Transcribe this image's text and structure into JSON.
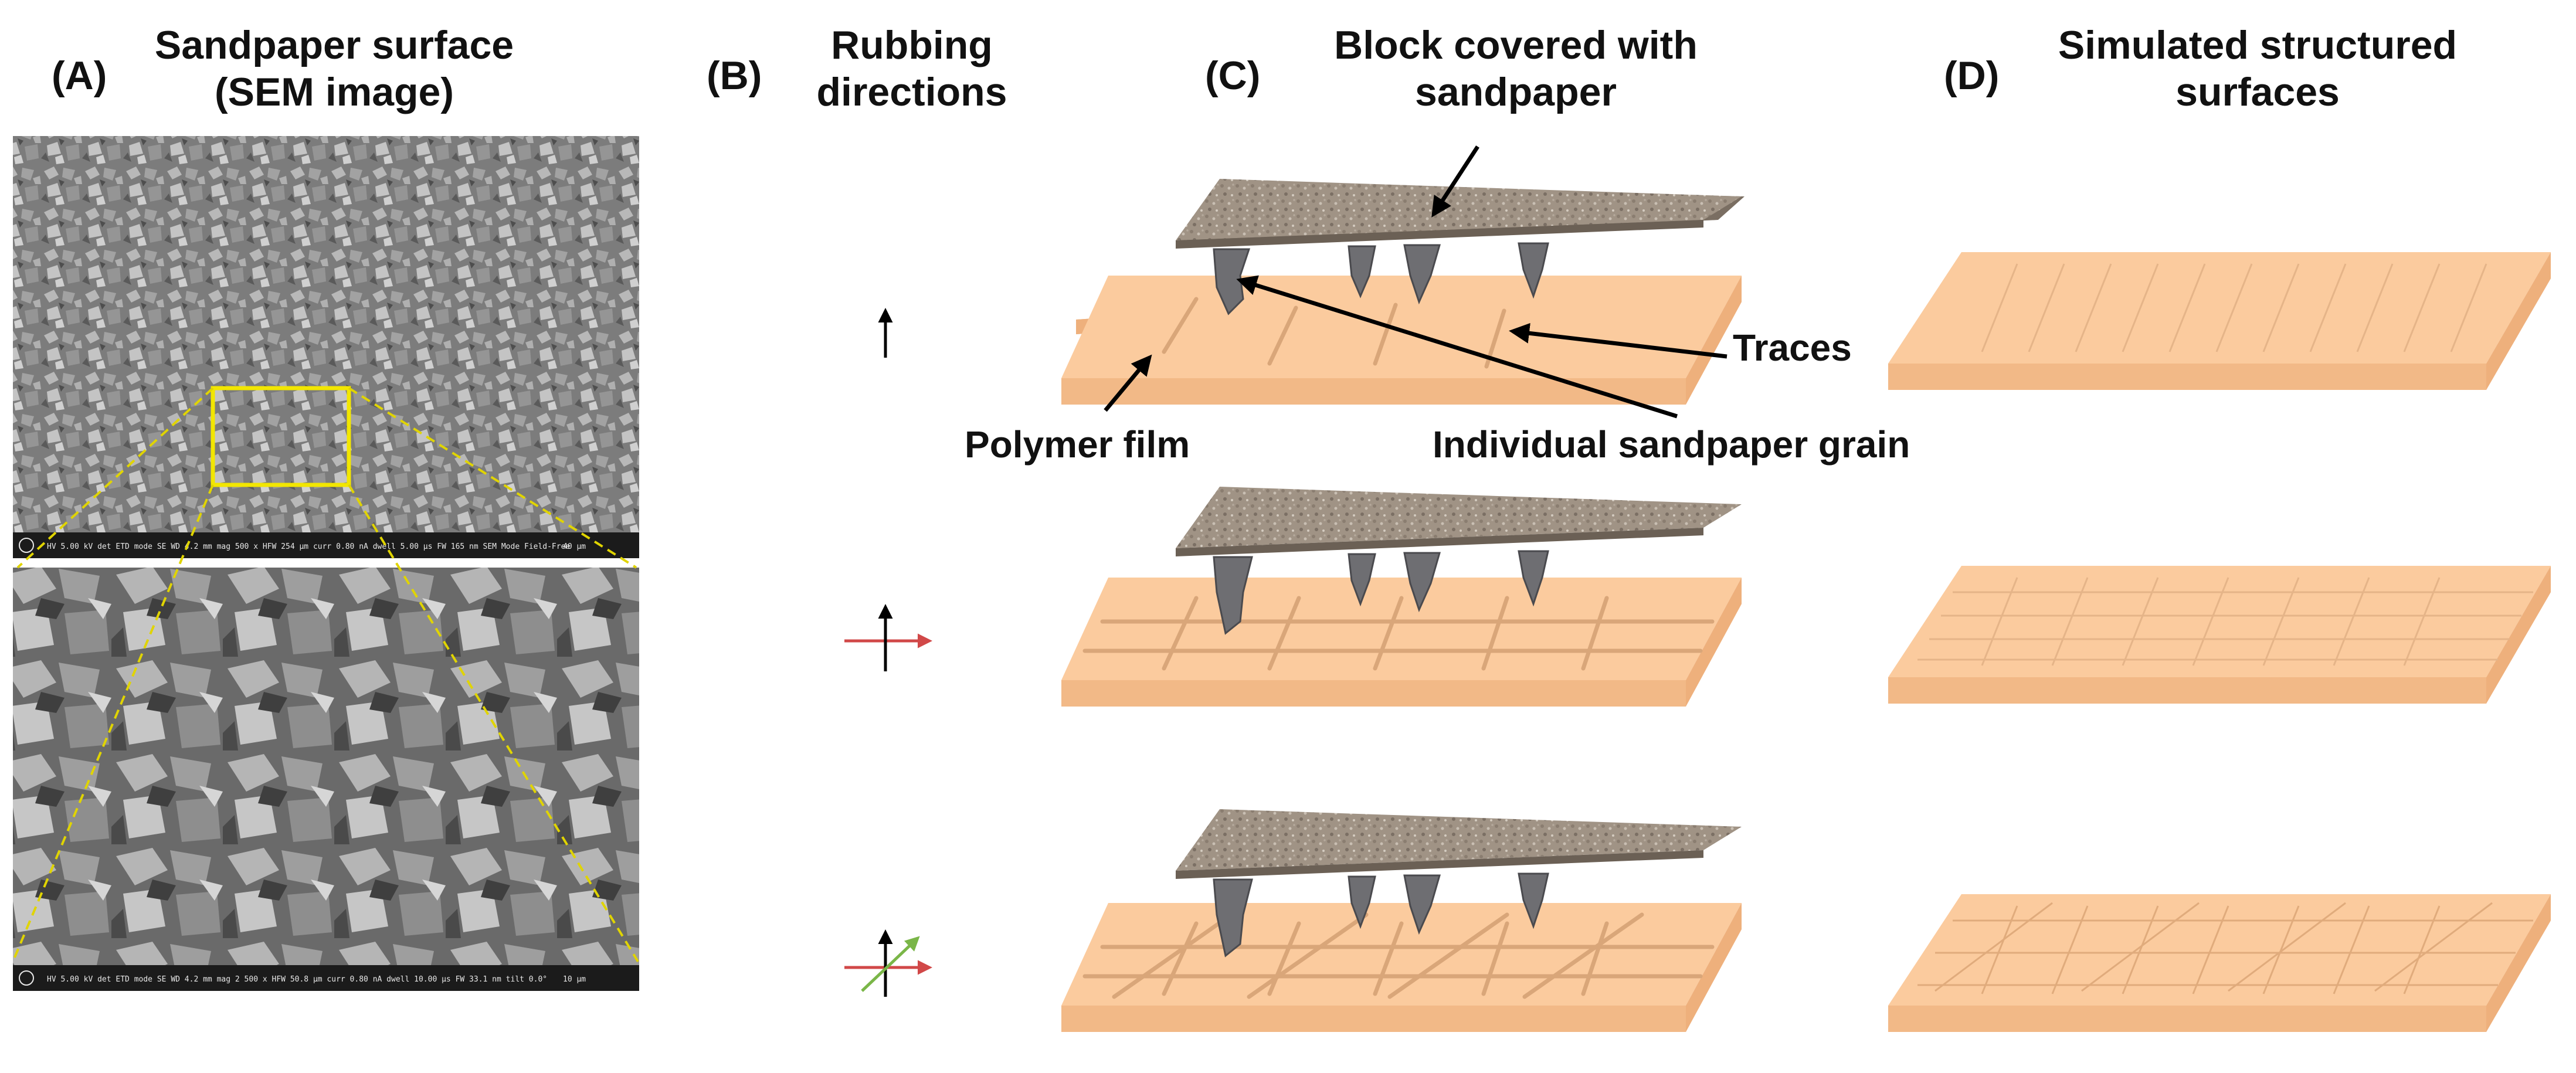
{
  "panels": {
    "a": {
      "letter": "(A)",
      "title_line1": "Sandpaper surface",
      "title_line2": "(SEM image)",
      "sem_top_info": "HV 5.00 kV  det ETD  mode SE  WD 4.2 mm  mag 500 x  HFW 254 µm  curr 0.80 nA  dwell 5.00 µs  FW 165 nm  SEM Mode Field-Free",
      "sem_bottom_info": "HV 5.00 kV  det ETD  mode SE  WD 4.2 mm  mag 2 500 x  HFW 50.8 µm  curr 0.80 nA  dwell 10.00 µs  FW 33.1 nm  tilt 0.0°",
      "sem_top_scale": "40 µm",
      "sem_bottom_scale": "10 µm"
    },
    "b": {
      "letter": "(B)",
      "title_line1": "Rubbing",
      "title_line2": "directions"
    },
    "c": {
      "letter": "(C)",
      "title_line1": "Block covered with",
      "title_line2": "sandpaper",
      "callouts": {
        "traces": "Traces",
        "polymer_film": "Polymer film",
        "grain": "Individual sandpaper grain"
      }
    },
    "d": {
      "letter": "(D)",
      "title_line1": "Simulated structured",
      "title_line2": "surfaces"
    }
  },
  "colors": {
    "film_top": "#fbcb9e",
    "film_side": "#eeb07c",
    "film_front": "#f2b987",
    "trace": "#d9a679",
    "sandpaper": "#a09385",
    "grain": "#6e6e72",
    "highlight_box": "#f2e600",
    "zoom_lines": "#e0d400",
    "arrow_black": "#000000",
    "arrow_red": "#d14848",
    "arrow_green": "#7ab648"
  },
  "icons": {
    "rubbing_arrow": "direction-arrow-icon"
  }
}
